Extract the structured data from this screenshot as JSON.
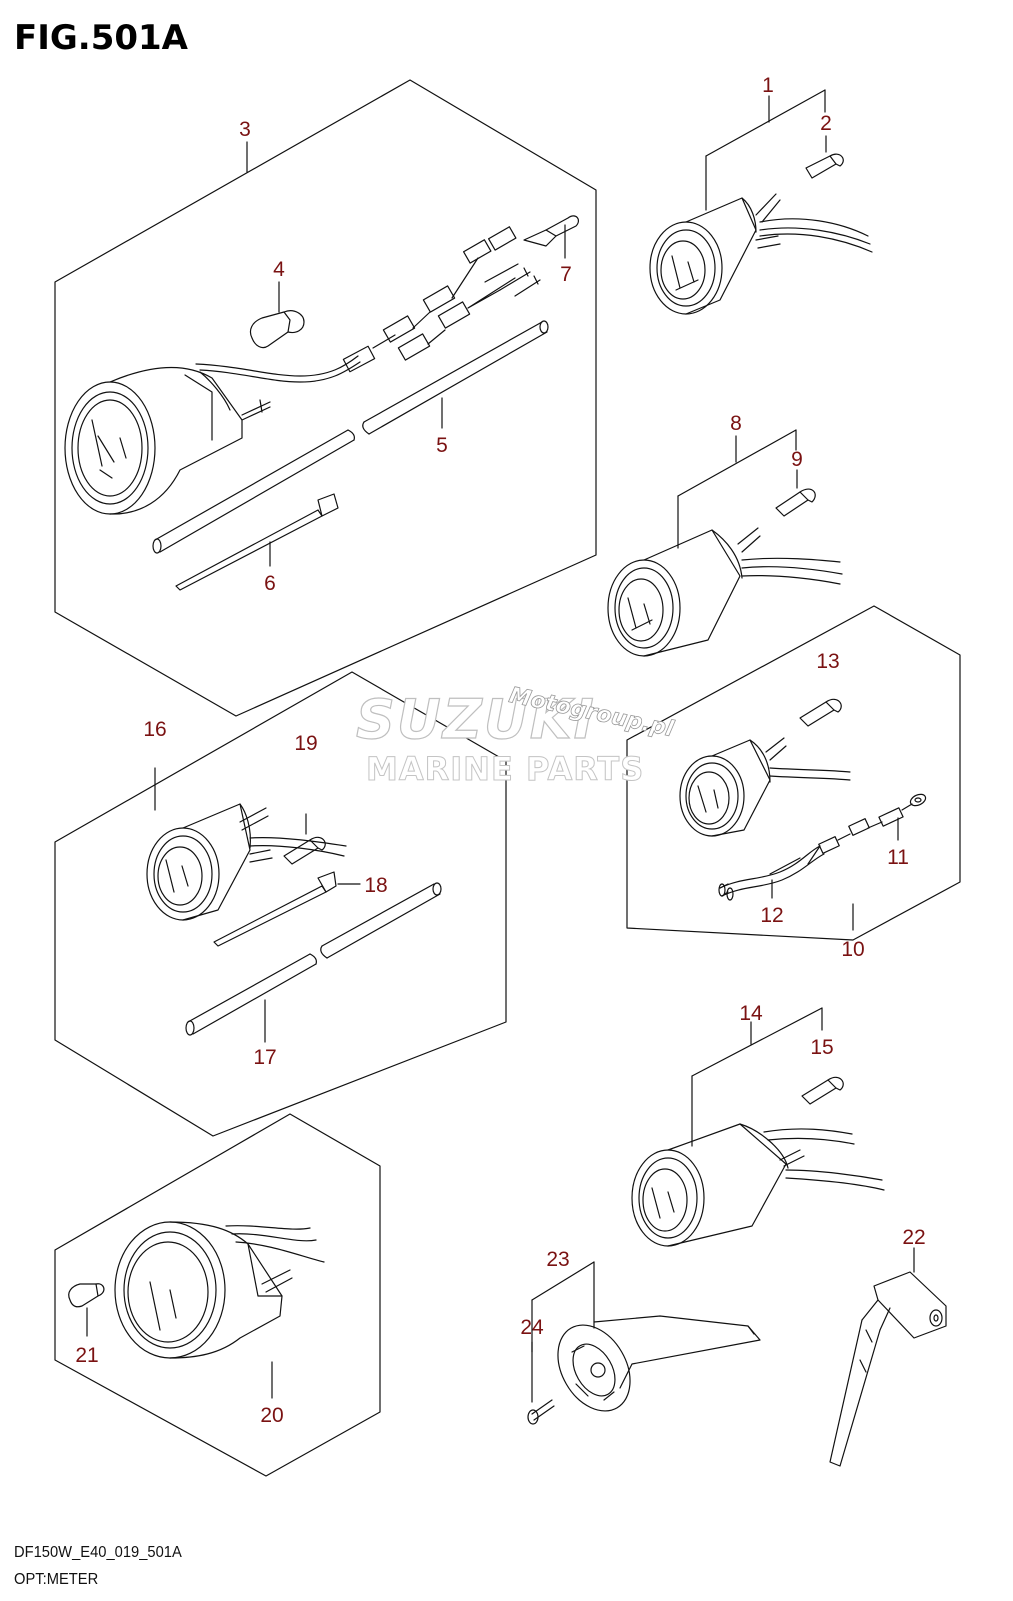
{
  "figure_title": "FIG.501A",
  "footer": {
    "code": "DF150W_E40_019_501A",
    "name": "OPT:METER"
  },
  "watermark": {
    "brand": "SUZUKI",
    "line2": "MARINE PARTS",
    "tag": "Motogroup.pl"
  },
  "parts": [
    {
      "ref": "1"
    },
    {
      "ref": "2"
    },
    {
      "ref": "3"
    },
    {
      "ref": "4"
    },
    {
      "ref": "5"
    },
    {
      "ref": "6"
    },
    {
      "ref": "7"
    },
    {
      "ref": "8"
    },
    {
      "ref": "9"
    },
    {
      "ref": "10"
    },
    {
      "ref": "11"
    },
    {
      "ref": "12"
    },
    {
      "ref": "13"
    },
    {
      "ref": "14"
    },
    {
      "ref": "15"
    },
    {
      "ref": "16"
    },
    {
      "ref": "17"
    },
    {
      "ref": "18"
    },
    {
      "ref": "19"
    },
    {
      "ref": "20"
    },
    {
      "ref": "21"
    },
    {
      "ref": "22"
    },
    {
      "ref": "23"
    },
    {
      "ref": "24"
    }
  ],
  "colors": {
    "line": "#111111",
    "label": "#7a1212",
    "watermark": "#bfbfbf"
  }
}
